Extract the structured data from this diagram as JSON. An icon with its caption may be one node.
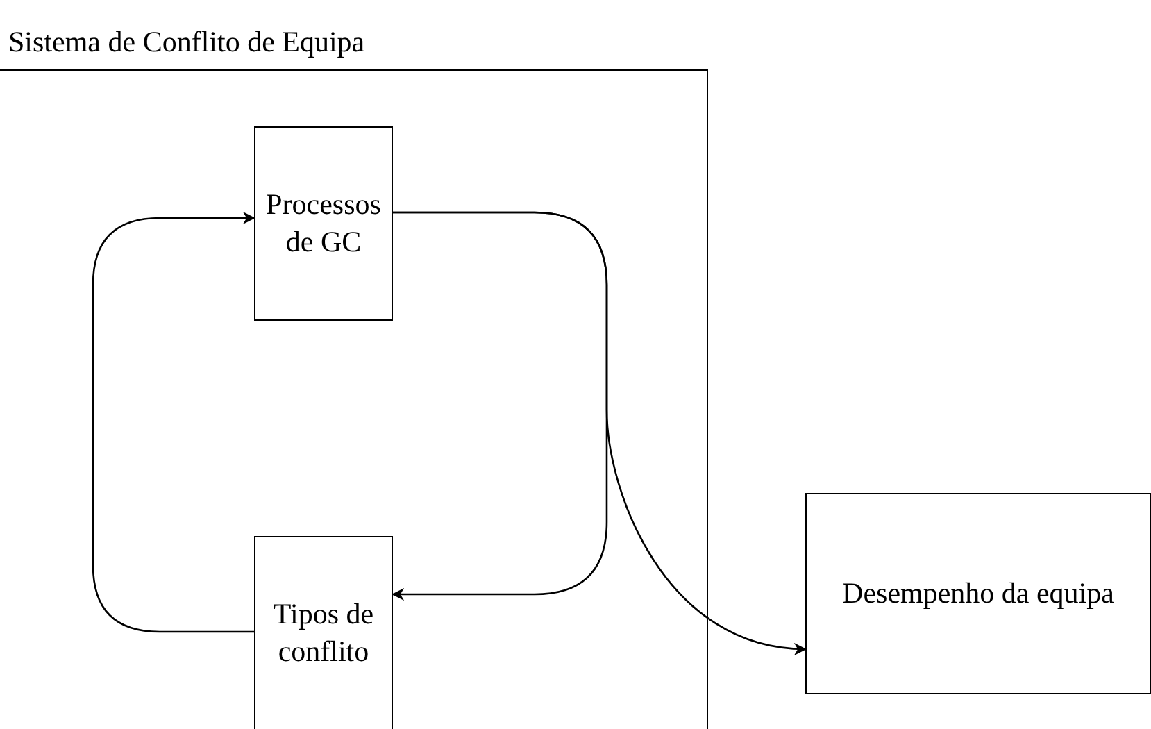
{
  "diagram": {
    "nodes": [
      {
        "text": [
          "Sistema de Conflito de Equipa"
        ]
      },
      {
        "text": [
          "Processos de GC"
        ],
        "in": 0
      },
      {
        "text": [
          "Tipos de conflito"
        ],
        "in": 0
      },
      {
        "text": [
          "Desempenho da equipa"
        ]
      }
    ],
    "edges": [
      {
        "from": 2,
        "to": 1,
        "arrow": "to"
      },
      {
        "from": 1,
        "to": 2,
        "arrow": "to"
      },
      {
        "from": 1,
        "to": 3,
        "arrow": "to"
      }
    ]
  }
}
